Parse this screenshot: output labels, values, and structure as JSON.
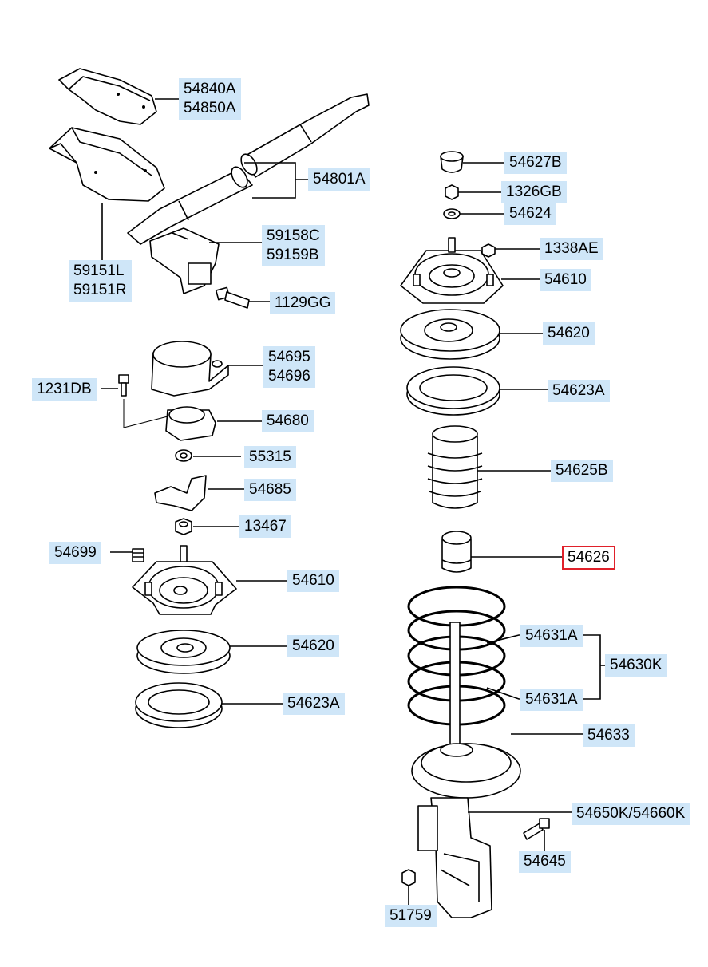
{
  "labels": {
    "l_54840A": "54840A",
    "l_54850A": "54850A",
    "l_54801A": "54801A",
    "l_59158C": "59158C",
    "l_59159B": "59159B",
    "l_59151L": "59151L",
    "l_59151R": "59151R",
    "l_1129GG": "1129GG",
    "l_54695": "54695",
    "l_54696": "54696",
    "l_1231DB": "1231DB",
    "l_54680": "54680",
    "l_55315": "55315",
    "l_54685": "54685",
    "l_13467": "13467",
    "l_54699": "54699",
    "l_54610_left": "54610",
    "l_54620_left": "54620",
    "l_54623A_left": "54623A",
    "l_54627B": "54627B",
    "l_1326GB": "1326GB",
    "l_54624": "54624",
    "l_1338AE": "1338AE",
    "l_54610_right": "54610",
    "l_54620_right": "54620",
    "l_54623A_right": "54623A",
    "l_54625B": "54625B",
    "l_54626": "54626",
    "l_54631A_top": "54631A",
    "l_54630K": "54630K",
    "l_54631A_bottom": "54631A",
    "l_54633": "54633",
    "l_54650K": "54650K/54660K",
    "l_54645": "54645",
    "l_51759": "51759"
  },
  "highlight_color": "#e0202a",
  "label_background": "#cfe6f8"
}
